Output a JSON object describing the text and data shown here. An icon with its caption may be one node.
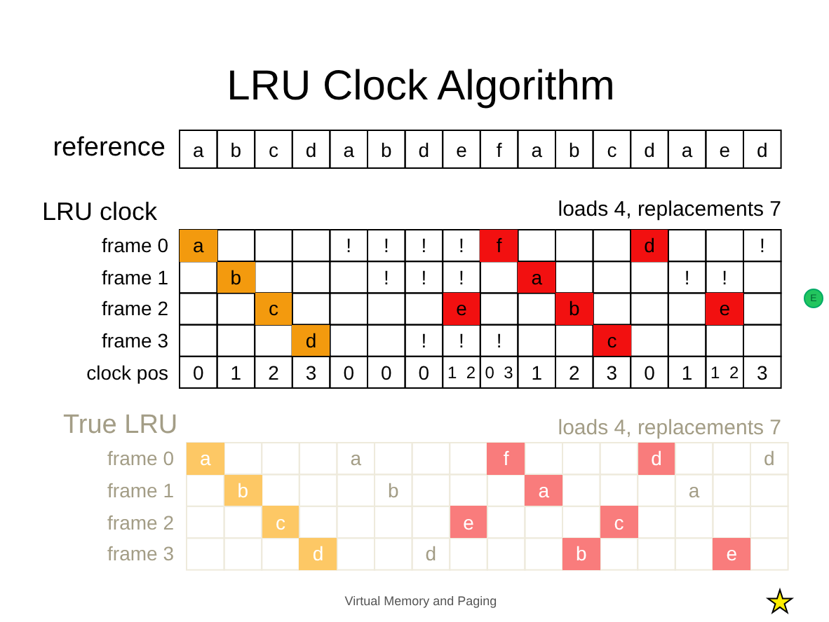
{
  "diagram": {
    "title": "LRU Clock Algorithm",
    "caption": "Virtual Memory and Paging",
    "labels": [
      "reference",
      "a",
      "b",
      "c",
      "d",
      "a",
      "b",
      "d",
      "e",
      "f",
      "a",
      "b",
      "c",
      "d",
      "a",
      "e",
      "d",
      "LRU clock",
      "loads 4, replacements 7",
      "frame 0",
      "a",
      "!",
      "!",
      "!",
      "!",
      "f",
      "d",
      "!",
      "frame 1",
      "b",
      "!",
      "!",
      "!",
      "a",
      "!",
      "!",
      "frame 2",
      "c",
      "e",
      "b",
      "e",
      "frame 3",
      "d",
      "!",
      "!",
      "!",
      "c",
      "clock pos",
      "0",
      "1",
      "2",
      "3",
      "0",
      "0",
      "0",
      "1",
      "2",
      "0",
      "3",
      "1",
      "2",
      "3",
      "0",
      "1",
      "1",
      "2",
      "3",
      "E",
      "True LRU",
      "loads 4, replacements 7",
      "frame 0",
      "a",
      "a",
      "f",
      "d",
      "d",
      "frame 1",
      "b",
      "b",
      "a",
      "a",
      "frame 2",
      "c",
      "e",
      "c",
      "frame 3",
      "d",
      "d",
      "b",
      "e"
    ]
  }
}
